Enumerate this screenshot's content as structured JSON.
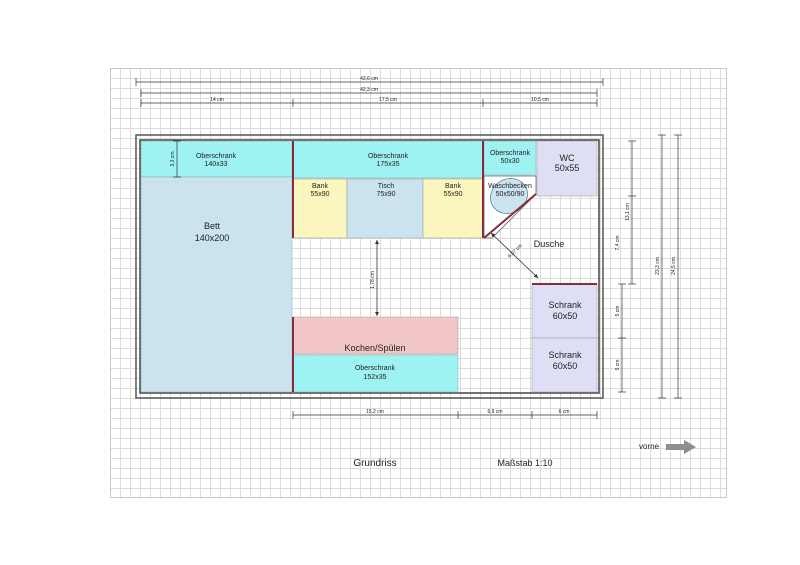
{
  "title": "Grundriss",
  "scale": "Maßstab 1:10",
  "direction_label": "vorne",
  "colors": {
    "cyan": "#9ef2f2",
    "lightblue": "#cbe3ef",
    "yellow": "#fbf6bd",
    "pink": "#f2c6c6",
    "lavender": "#dedff5",
    "wall_accent": "#8a2a3a",
    "arrow": "#8e8e8e"
  },
  "rooms": {
    "oberschrank_left": {
      "name": "Oberschrank",
      "size": "140x33"
    },
    "bett": {
      "name": "Bett",
      "size": "140x200"
    },
    "oberschrank_mid": {
      "name": "Oberschrank",
      "size": "175x35"
    },
    "bank_left": {
      "name": "Bank",
      "size": "55x90"
    },
    "tisch": {
      "name": "Tisch",
      "size": "75x90"
    },
    "bank_right": {
      "name": "Bank",
      "size": "55x90"
    },
    "oberschrank_small": {
      "name": "Oberschrank",
      "size": "50x30"
    },
    "wc": {
      "name": "WC",
      "size": "50x55"
    },
    "waschbecken": {
      "name": "Waschbecken",
      "size": "50x50/90"
    },
    "dusche": {
      "name": "Dusche"
    },
    "schrank_upper": {
      "name": "Schrank",
      "size": "60x50"
    },
    "schrank_lower": {
      "name": "Schrank",
      "size": "60x50"
    },
    "kochen": {
      "name": "Kochen/Spülen"
    },
    "oberschrank_bottom": {
      "name": "Oberschrank",
      "size": "152x35"
    }
  },
  "dimensions": {
    "top_total": "43,6 cm",
    "top_inner": "42,3 cm",
    "top_seg1": "14 cm",
    "top_seg2": "17,5 cm",
    "top_seg3": "10,5 cm",
    "bottom_seg1": "15,2 cm",
    "bottom_seg2": "6,9 cm",
    "bottom_seg3": "6 cm",
    "left_oberschrank": "3,3 cm",
    "aisle": "1,78 cm",
    "shower_diag": "6,07 cm",
    "right_1": "13,1 cm",
    "right_2": "7,4 cm",
    "right_3": "5 cm",
    "right_4": "5 cm",
    "right_total1": "23,3 cm",
    "right_total2": "24,5 cm"
  }
}
